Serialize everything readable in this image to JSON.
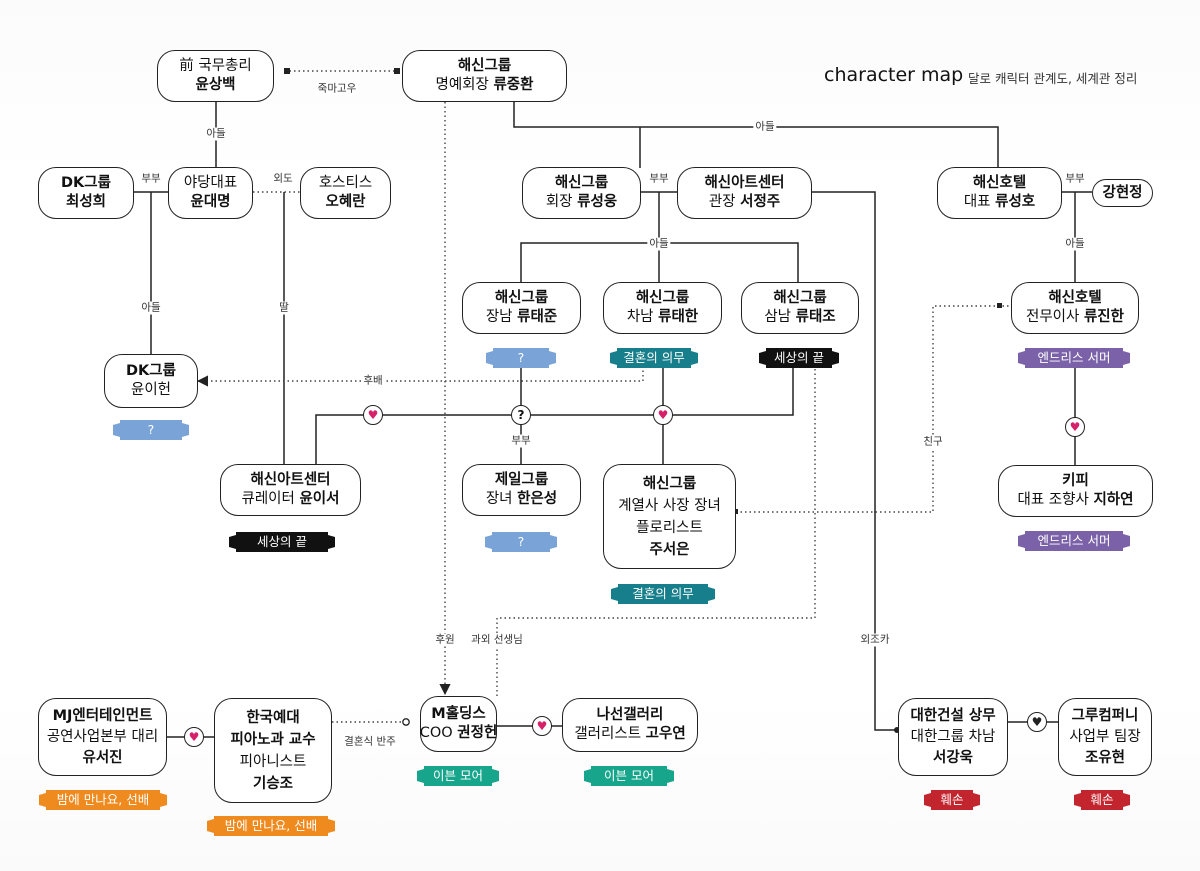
{
  "header": {
    "title": "character map",
    "subtitle": "달로 캐릭터 관계도, 세계관 정리"
  },
  "colors": {
    "pink": "#d6206a",
    "blue": "#7aa3d8",
    "teal": "#177e8b",
    "black": "#111111",
    "purple": "#7b62a8",
    "green": "#17a58b",
    "orange": "#ef8a1f",
    "red": "#c2252e"
  },
  "nodes": {
    "pm": {
      "lines": [
        "前 국무총리",
        "윤상백"
      ]
    },
    "chairman": {
      "lines": [
        "해신그룹",
        "명예회장 ",
        "류중환"
      ]
    },
    "dk_choi": {
      "lines": [
        "DK그룹",
        "최성희"
      ]
    },
    "yun_dm": {
      "lines": [
        "야당대표",
        "윤대명"
      ]
    },
    "oh": {
      "lines": [
        "호스티스",
        "오혜란"
      ]
    },
    "ryu_sw": {
      "lines": [
        "해신그룹",
        "회장 ",
        "류성웅"
      ]
    },
    "seo": {
      "lines": [
        "해신아트센터",
        "관장 ",
        "서정주"
      ]
    },
    "ryu_sh": {
      "lines": [
        "해신호텔",
        "대표 ",
        "류성호"
      ]
    },
    "kang": {
      "lines": [
        "강현정"
      ]
    },
    "ryu_tj": {
      "lines": [
        "해신그룹",
        "장남 ",
        "류태준"
      ]
    },
    "ryu_th": {
      "lines": [
        "해신그룹",
        "차남 ",
        "류태한"
      ]
    },
    "ryu_tjo": {
      "lines": [
        "해신그룹",
        "삼남 ",
        "류태조"
      ]
    },
    "ryu_jh": {
      "lines": [
        "해신호텔",
        "전무이사 ",
        "류진한"
      ]
    },
    "dk_yun": {
      "lines": [
        "DK그룹",
        "윤이헌"
      ]
    },
    "yun_es": {
      "lines": [
        "해신아트센터",
        "큐레이터 ",
        "윤이서"
      ]
    },
    "han": {
      "lines": [
        "제일그룹",
        "장녀 ",
        "한은성"
      ]
    },
    "joo": {
      "lines": [
        "해신그룹",
        "계열사 사장 장녀",
        "플로리스트",
        "주서은"
      ]
    },
    "ji": {
      "lines": [
        "키피",
        "대표 조향사 ",
        "지하연"
      ]
    },
    "yu": {
      "lines": [
        "MJ엔터테인먼트",
        "공연사업본부 대리",
        "유서진"
      ]
    },
    "ki": {
      "lines": [
        "한국예대",
        "피아노과 교수",
        "피아니스트",
        "기승조"
      ]
    },
    "kwon": {
      "lines": [
        "M홀딩스",
        "COO ",
        "권정헌"
      ]
    },
    "ko": {
      "lines": [
        "나선갤러리",
        "갤러리스트 ",
        "고우연"
      ]
    },
    "seo_gu": {
      "lines": [
        "대한건설 상무",
        "대한그룹 차남",
        "서강욱"
      ]
    },
    "jo": {
      "lines": [
        "그루컴퍼니",
        "사업부 팀장",
        "조유현"
      ]
    }
  },
  "tags": {
    "t_tj": {
      "text": "?",
      "color": "#7aa3d8"
    },
    "t_th": {
      "text": "결혼의 의무",
      "color": "#177e8b"
    },
    "t_tjo": {
      "text": "세상의 끝",
      "color": "#111111"
    },
    "t_jh": {
      "text": "엔드리스 서머",
      "color": "#7b62a8"
    },
    "t_dk": {
      "text": "?",
      "color": "#7aa3d8"
    },
    "t_es": {
      "text": "세상의 끝",
      "color": "#111111"
    },
    "t_han": {
      "text": "?",
      "color": "#7aa3d8"
    },
    "t_joo": {
      "text": "결혼의 의무",
      "color": "#177e8b"
    },
    "t_ji": {
      "text": "엔드리스 서머",
      "color": "#7b62a8"
    },
    "t_yu": {
      "text": "밤에 만나요, 선배",
      "color": "#ef8a1f"
    },
    "t_ki": {
      "text": "밤에 만나요, 선배",
      "color": "#ef8a1f"
    },
    "t_kwon": {
      "text": "이븐 모어",
      "color": "#17a58b"
    },
    "t_ko": {
      "text": "이븐 모어",
      "color": "#17a58b"
    },
    "t_sg": {
      "text": "훼손",
      "color": "#c2252e"
    },
    "t_jo": {
      "text": "훼손",
      "color": "#c2252e"
    }
  },
  "edge_labels": {
    "jukma": "죽마고우",
    "son1": "아들",
    "bubu1": "부부",
    "oedo": "외도",
    "son2": "아들",
    "bubu2": "부부",
    "bubu3": "부부",
    "son3": "아들",
    "son4": "아들",
    "son5": "아들",
    "daughter": "딸",
    "hubae": "후배",
    "bubu4": "부부",
    "friend": "친구",
    "sponsor": "후원",
    "tutor": "과외 선생님",
    "oejoka": "외조카",
    "wedding": "결혼식 반주"
  },
  "symbols": {
    "h1": {
      "glyph": "♥",
      "icon": "heart-icon"
    },
    "q1": {
      "glyph": "?",
      "icon": "question-icon"
    },
    "h2": {
      "glyph": "♥",
      "icon": "heart-icon"
    },
    "h3": {
      "glyph": "♥",
      "icon": "heart-icon"
    },
    "h4": {
      "glyph": "♥",
      "icon": "heart-icon"
    },
    "h5": {
      "glyph": "♥",
      "icon": "heart-icon"
    },
    "h6": {
      "glyph": "♥",
      "icon": "heart-icon"
    }
  }
}
